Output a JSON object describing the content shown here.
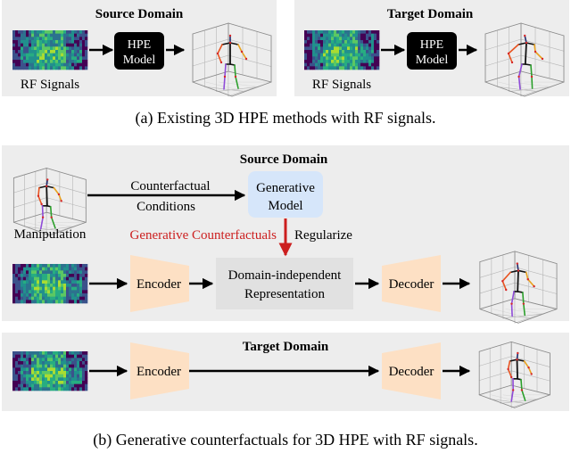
{
  "panel_a": {
    "left": {
      "title": "Source Domain",
      "model_line1": "HPE",
      "model_line2": "Model",
      "input_label": "RF Signals"
    },
    "right": {
      "title": "Target Domain",
      "model_line1": "HPE",
      "model_line2": "Model",
      "input_label": "RF Signals"
    },
    "caption": "(a) Existing 3D HPE methods with RF signals."
  },
  "panel_b": {
    "source": {
      "title": "Source Domain",
      "manipulation_label": "Manipulation",
      "cf_line1": "Counterfactual",
      "cf_line2": "Conditions",
      "gen_line1": "Generative",
      "gen_line2": "Model",
      "gen_cf_label": "Generative Counterfactuals",
      "regularize_label": "Regularize",
      "encoder_label": "Encoder",
      "rep_line1": "Domain-independent",
      "rep_line2": "Representation",
      "decoder_label": "Decoder"
    },
    "target": {
      "title": "Target Domain",
      "encoder_label": "Encoder",
      "decoder_label": "Decoder"
    },
    "caption": "(b) Generative counterfactuals for 3D HPE with RF signals."
  },
  "colors": {
    "panel_bg": "#ededed",
    "model_box": "#000000",
    "encoder_fill": "#fde0c4",
    "generative_fill": "#d6e6fa",
    "representation_fill": "#e1e1e1",
    "highlight_red": "#cc1f1f"
  }
}
